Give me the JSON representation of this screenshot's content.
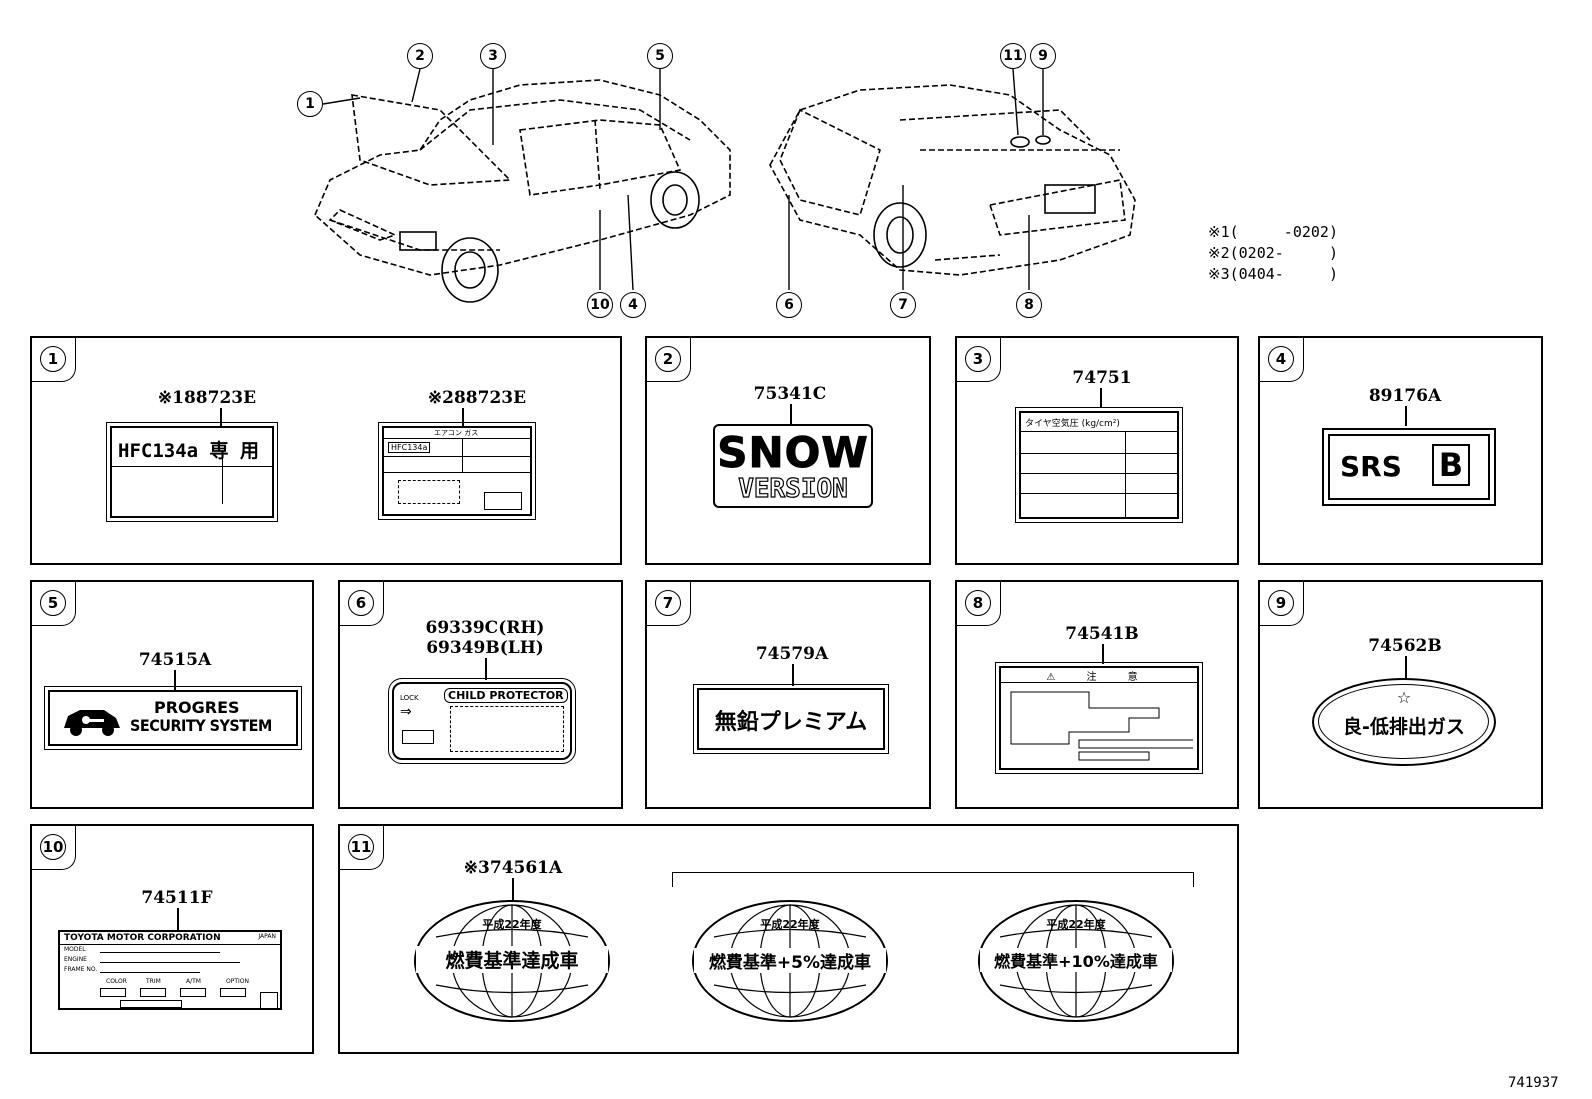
{
  "top_callouts": {
    "c1": "1",
    "c2": "2",
    "c3": "3",
    "c4": "4",
    "c5": "5",
    "c6": "6",
    "c7": "7",
    "c8": "8",
    "c9": "9",
    "c10": "10",
    "c11": "11"
  },
  "notes": [
    "※1(     -0202)",
    "※2(0202-     )",
    "※3(0404-     )"
  ],
  "panels": {
    "p1": {
      "num": "1",
      "parts": [
        "※188723E",
        "※288723E"
      ],
      "label_a": "HFC134a 専 用",
      "label_b_head": "エアコン ガス",
      "label_b_cell": "HFC134a"
    },
    "p2": {
      "num": "2",
      "part": "75341C",
      "line1": "SNOW",
      "line2": "VERSION"
    },
    "p3": {
      "num": "3",
      "part": "74751",
      "header": "タイヤ空気圧 (kg/cm²)"
    },
    "p4": {
      "num": "4",
      "part": "89176A",
      "text": "SRS",
      "box": "B"
    },
    "p5": {
      "num": "5",
      "part": "74515A",
      "line1": "PROGRES",
      "line2": "SECURITY SYSTEM"
    },
    "p6": {
      "num": "6",
      "part_rh": "69339C(RH)",
      "part_lh": "69349B(LH)",
      "title": "CHILD PROTECTOR",
      "lock": "LOCK"
    },
    "p7": {
      "num": "7",
      "part": "74579A",
      "text": "無鉛プレミアム"
    },
    "p8": {
      "num": "8",
      "part": "74541B",
      "header": "⚠ 注 意"
    },
    "p9": {
      "num": "9",
      "part": "74562B",
      "text": "良-低排出ガス",
      "star": "☆"
    },
    "p10": {
      "num": "10",
      "part": "74511F",
      "maker": "TOYOTA MOTOR CORPORATION",
      "country": "JAPAN",
      "rows": [
        "MODEL",
        "ENGINE",
        "FRAME NO."
      ],
      "cols": [
        "COLOR",
        "TRIM",
        "A/TM",
        "OPTION"
      ]
    },
    "p11": {
      "num": "11",
      "part": "※374561A",
      "year": "平成22年度",
      "badges": [
        "燃費基準達成車",
        "燃費基準+5%達成車",
        "燃費基準+10%達成車"
      ]
    }
  },
  "drawing_number": "741937"
}
